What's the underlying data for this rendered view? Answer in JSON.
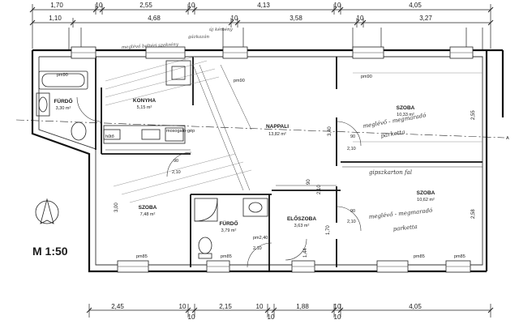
{
  "dims_top_1": [
    "1,70",
    "10",
    "2,55",
    "10",
    "4,13",
    "10",
    "4,05"
  ],
  "dims_top_2": [
    "1,10",
    "4,68",
    "10",
    "3,58",
    "10",
    "3,27"
  ],
  "dims_bottom_1": [
    "2,45",
    "10",
    "2,15",
    "10",
    "1,88",
    "10",
    "4,05"
  ],
  "dims_bottom_2": [
    "10",
    "10",
    "10"
  ],
  "rooms": [
    {
      "name": "KONYHA",
      "area": "5,15 m²"
    },
    {
      "name": "FÜRDŐ",
      "area": "3,30 m²"
    },
    {
      "name": "NAPPALI",
      "area": "13,82 m²"
    },
    {
      "name": "SZOBA",
      "area": "10,33 m²"
    },
    {
      "name": "SZOBA",
      "area": "10,62 m²"
    },
    {
      "name": "SZOBA",
      "area": "7,48 m²"
    },
    {
      "name": "FÜRDŐ",
      "area": "3,79 m²"
    },
    {
      "name": "ELŐSZOBA",
      "area": "3,63 m²"
    }
  ],
  "labels": {
    "pm90_a": "pm90",
    "pm90_b": "pm90",
    "pm90_c": "pm90",
    "pm85_a": "pm85",
    "pm85_b": "pm85",
    "pm85_c": "pm85",
    "pm85_d": "pm85",
    "huto": "hűtő",
    "mosogatogep": "mosogató-gép",
    "door_90": "90",
    "door_210": "2,10",
    "pm240": "pm2,40",
    "v_340": "3,40",
    "v_300": "3,00",
    "v_255": "2,55",
    "v_258": "2,58",
    "v_90": "90",
    "v_210": "2,10",
    "v_144": "1,44",
    "v_170": "1,70",
    "marker": "A"
  },
  "handwriting": {
    "gazkazan": "gázkazán",
    "ujkemeny": "új kémény",
    "meglevo_szekreny": "meglévő beltéri szekrény",
    "gipszkarton": "gipszkarton fal",
    "parketta_1a": "meglévő - megmaradó",
    "parketta_1b": "parketta",
    "parketta_2a": "meglévő - megmaradó",
    "parketta_2b": "parketta"
  },
  "scale_label": "M 1:50"
}
